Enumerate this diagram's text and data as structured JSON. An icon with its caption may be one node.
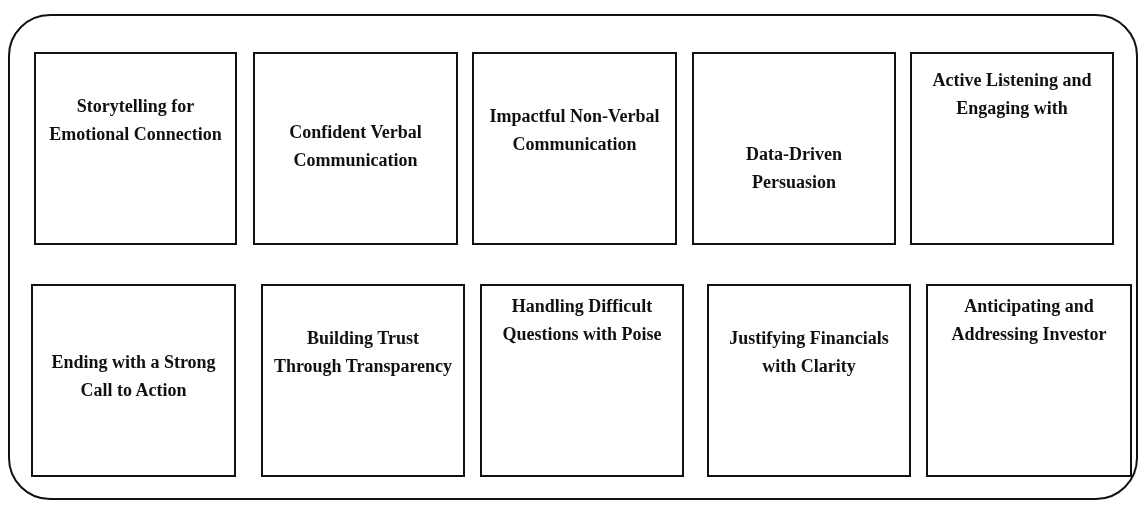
{
  "diagram": {
    "nodes": [
      {
        "text": [],
        "shape": "box"
      },
      {
        "text": [
          "Storytelling for Emotional Connection"
        ],
        "in": 0
      },
      {
        "text": [
          "Confident Verbal Communication"
        ],
        "in": 0
      },
      {
        "text": [
          "Impactful Non-Verbal Communication"
        ],
        "in": 0
      },
      {
        "text": [
          "Data-Driven Persuasion"
        ],
        "in": 0
      },
      {
        "text": [
          "Active Listening and Engaging with"
        ],
        "in": 0
      },
      {
        "text": [
          "Ending with a Strong Call to Action"
        ],
        "in": 0
      },
      {
        "text": [
          "Building Trust Through Transparency"
        ],
        "in": 0
      },
      {
        "text": [
          "Handling Difficult Questions with Poise"
        ],
        "in": 0
      },
      {
        "text": [
          "Justifying Financials with Clarity"
        ],
        "in": 0
      },
      {
        "text": [
          "Anticipating and Addressing Investor"
        ],
        "in": 0
      }
    ]
  }
}
